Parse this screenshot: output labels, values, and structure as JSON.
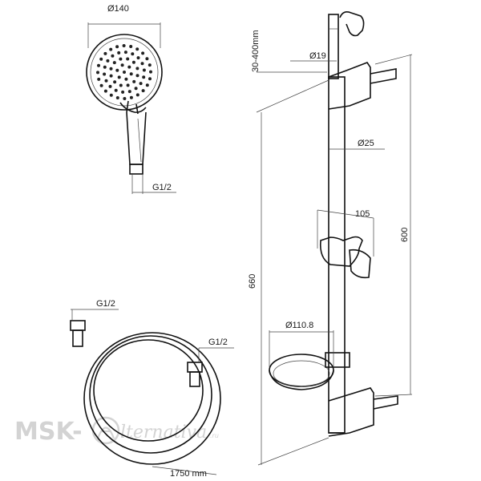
{
  "dimensions": {
    "head_diameter": "Ø140",
    "head_thread": "G1/2",
    "adjust_range": "30-400mm",
    "top_diameter": "Ø19",
    "bar_diameter": "Ø25",
    "holder_width": "105",
    "bar_length": "600",
    "total_length": "660",
    "soap_dish": "Ø110.8",
    "hose_thread_left": "G1/2",
    "hose_thread_right": "G1/2",
    "hose_length": "1750 mm"
  },
  "watermark": {
    "brand": "MSK-",
    "script": "lternativa",
    "suffix": ".ru"
  }
}
